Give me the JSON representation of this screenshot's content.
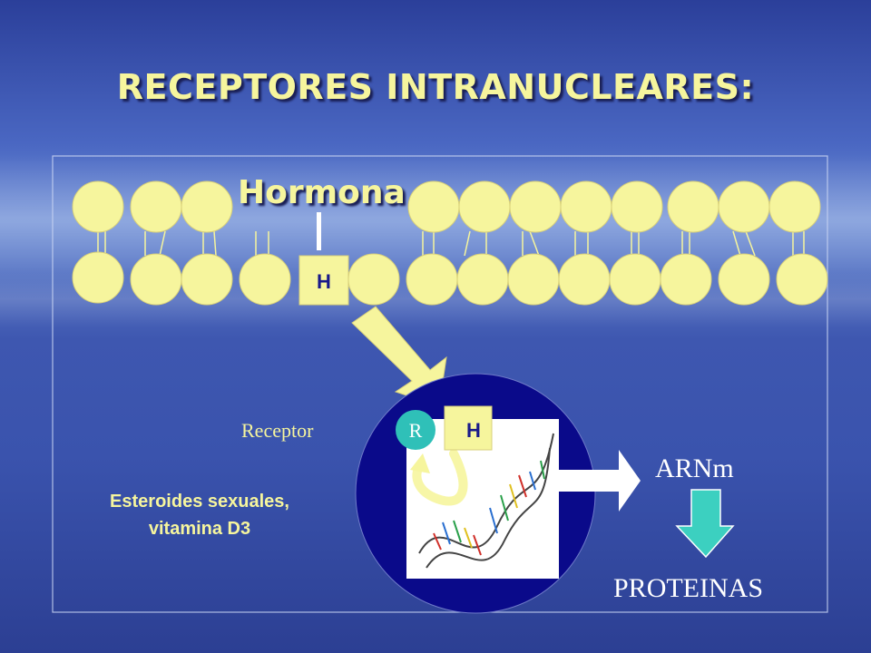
{
  "title": "RECEPTORES INTRANUCLEARES:",
  "labels": {
    "hormone_label": "Hormona",
    "hormone_box": "H",
    "receptor_label": "Receptor",
    "receptor_circle": "R",
    "complex_hormone_box": "H",
    "mrna_label": "ARNm",
    "protein_label": "PROTEINAS",
    "examples_line1": "Esteroides sexuales,",
    "examples_line2": "vitamina D3"
  },
  "colors": {
    "title_text": "#f6f59d",
    "membrane_bead": "#f6f59d",
    "nucleus": "#0a0a8a",
    "receptor": "#2fc0b8",
    "arrow_to_protein": "#3cd0c0",
    "white_arrow": "#ffffff"
  }
}
